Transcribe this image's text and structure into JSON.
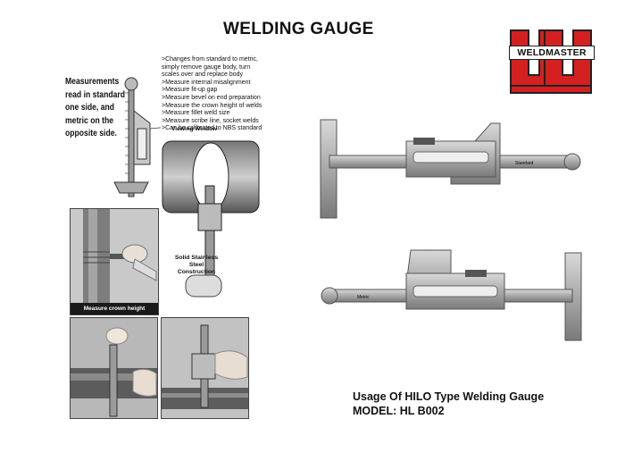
{
  "title": "WELDING GAUGE",
  "logo": {
    "text": "WELDMASTER",
    "color": "#d42020"
  },
  "measurement_note": "Measurements read in standard one side, and metric on the opposite side.",
  "features": [
    ">Changes from standard to metric,",
    " simply remove gauge body, turn",
    " scales over and replace body",
    ">Measure internal misalignment",
    ">Measure fit-up gap",
    ">Measure bevel on end preparation",
    ">Measure the crown height of welds",
    ">Measure fillet weld size",
    ">Measure scribe line, socket welds",
    ">Can be calibrated to NBS standard"
  ],
  "labels": {
    "viewing_window": "Viewing Window",
    "solid": "Solid Stainless Steel Construction",
    "crown_height": "Measure crown height"
  },
  "gauge_scale_labels": {
    "standard": "Standard",
    "metric": "Metric"
  },
  "caption": {
    "line1": "Usage Of HILO Type Welding Gauge",
    "line2": "MODEL: HL B002"
  }
}
